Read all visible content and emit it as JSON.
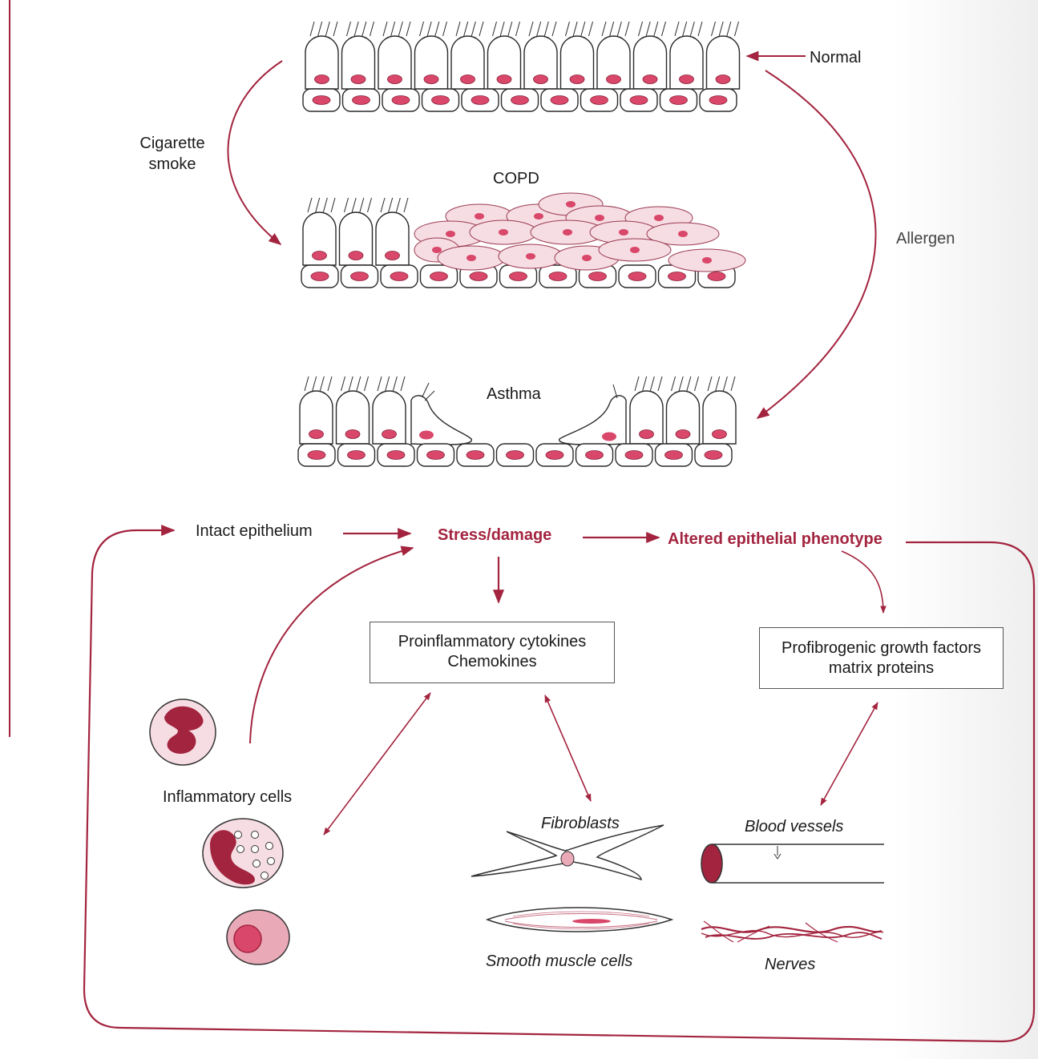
{
  "labels": {
    "normal": "Normal",
    "cigarette_smoke_line1": "Cigarette",
    "cigarette_smoke_line2": "smoke",
    "copd": "COPD",
    "allergen": "Allergen",
    "asthma": "Asthma",
    "intact_epithelium": "Intact epithelium",
    "stress_damage": "Stress/damage",
    "altered_phenotype": "Altered epithelial phenotype",
    "inflammatory_cells": "Inflammatory cells",
    "fibroblasts": "Fibroblasts",
    "smooth_muscle_cells": "Smooth muscle cells",
    "blood_vessels": "Blood vessels",
    "nerves": "Nerves"
  },
  "boxes": {
    "cytokines": [
      "Proinflammatory cytokines",
      "Chemokines"
    ],
    "growth_factors": [
      "Profibrogenic growth factors",
      "matrix proteins"
    ]
  },
  "colors": {
    "accent": "#a3243f",
    "cell_fill": "#f6dde3",
    "nucleus": "#d9486a",
    "outline": "#2a2a2a"
  }
}
